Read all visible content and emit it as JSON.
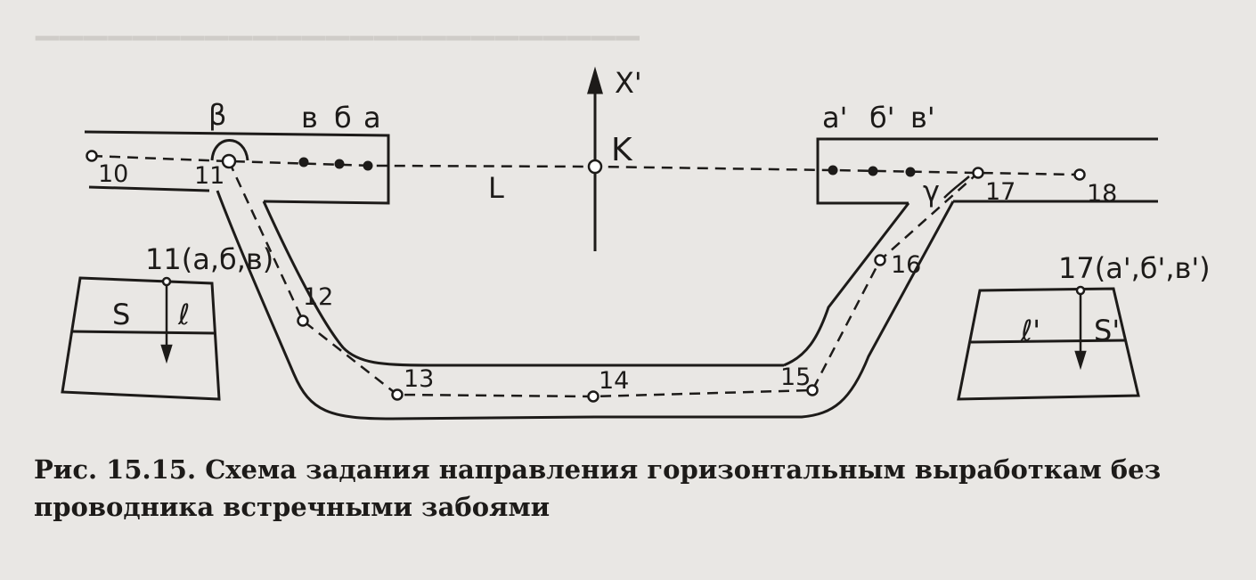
{
  "figure": {
    "labels": {
      "axis": "X'",
      "center": "K",
      "distance": "L",
      "beta": "β",
      "gamma": "γ",
      "left_points": [
        "в",
        "б",
        "а"
      ],
      "right_points": [
        "а'",
        "б'",
        "в'"
      ],
      "s_left": "S",
      "l_left": "ℓ",
      "s_right": "S'",
      "l_right": "ℓ'",
      "shaft_left": "11(а,б,в)",
      "shaft_right": "17(а',б',в')"
    },
    "stations": [
      "10",
      "11",
      "12",
      "13",
      "14",
      "15",
      "16",
      "17",
      "18"
    ]
  },
  "caption": {
    "number": "Рис. 15.15.",
    "text": "Схема задания направления горизонтальным выработкам без проводника встречными забоями"
  }
}
